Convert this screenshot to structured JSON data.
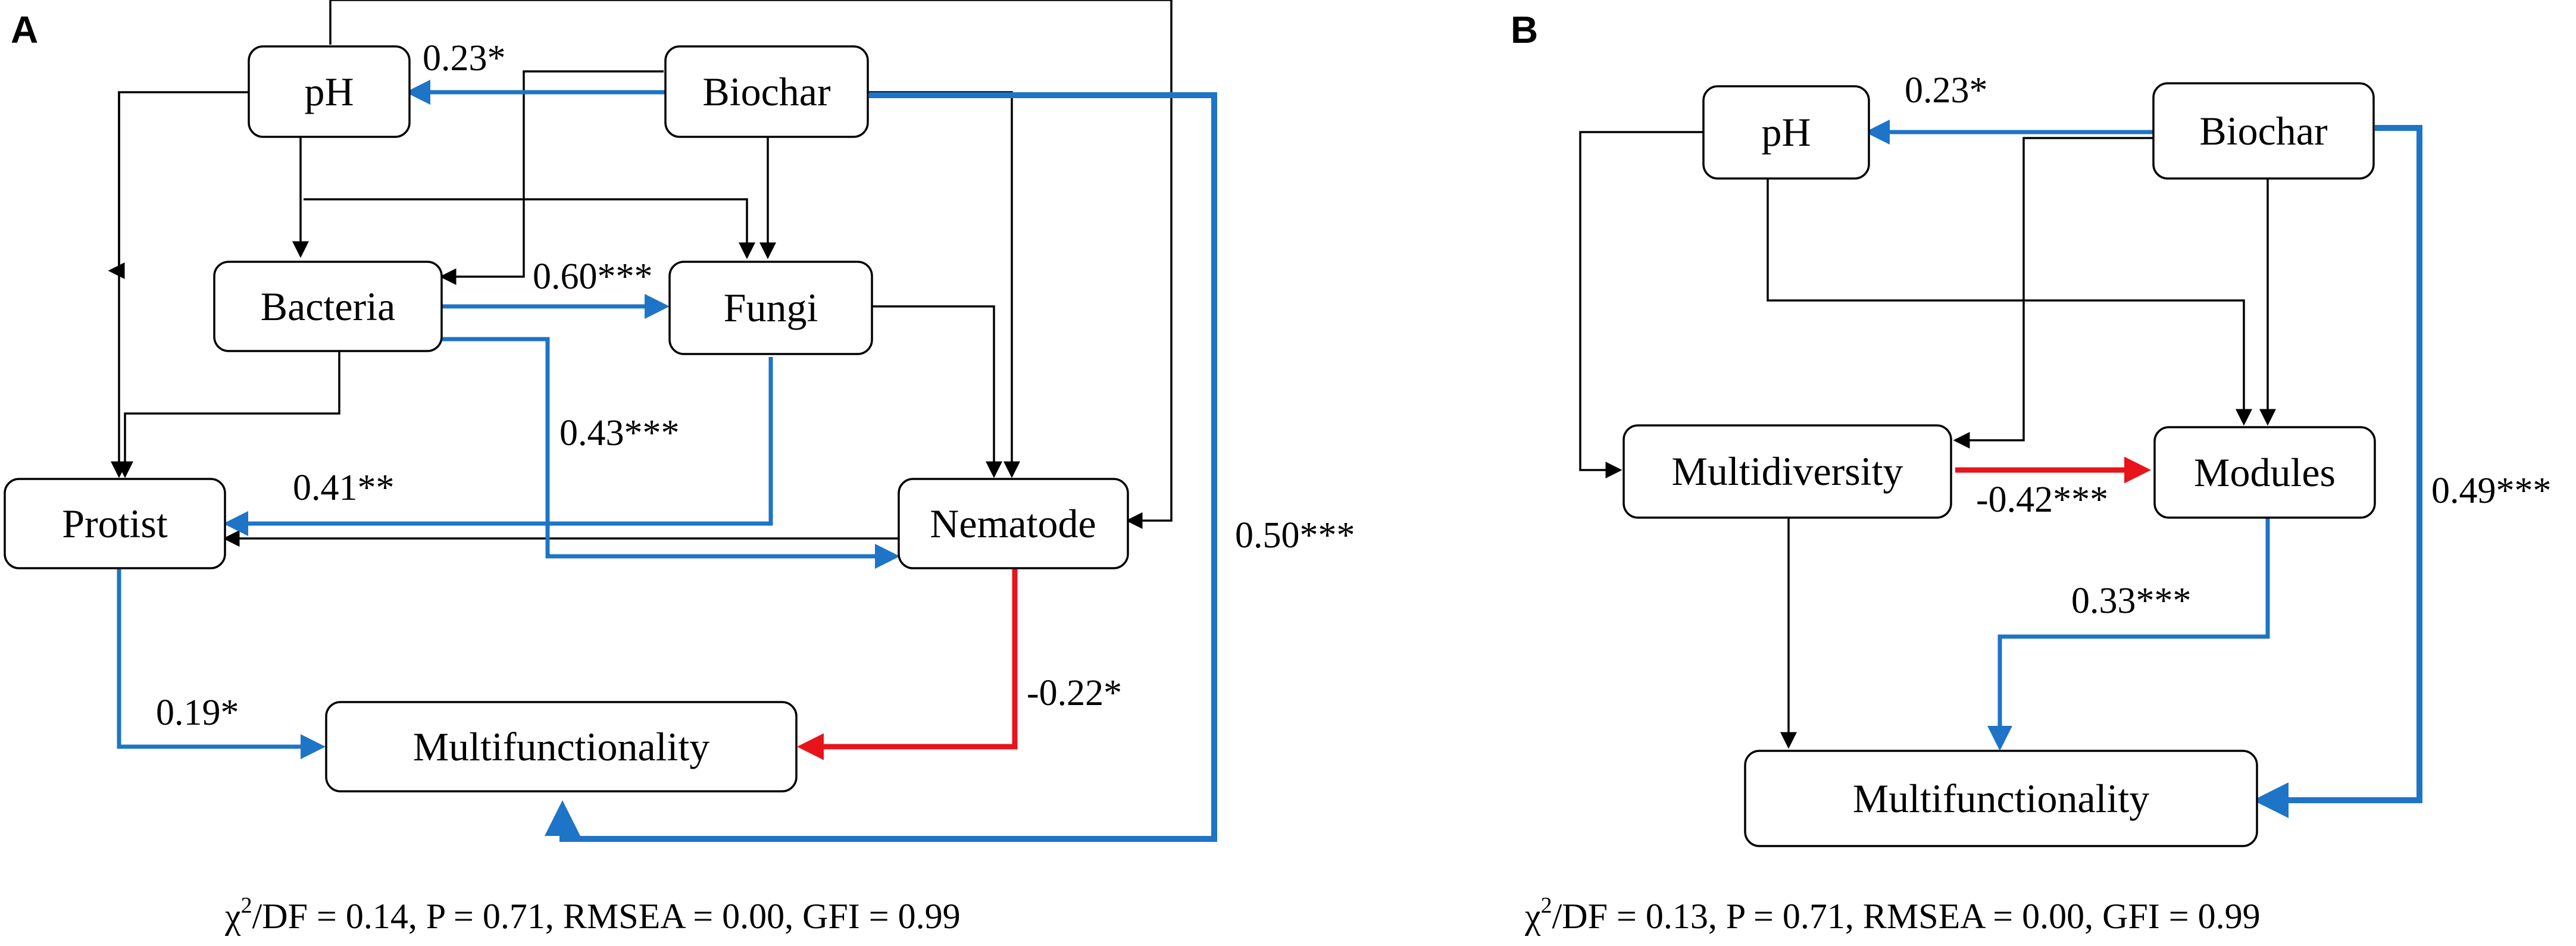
{
  "panel_a": {
    "letter": "A",
    "nodes": {
      "ph": "pH",
      "biochar": "Biochar",
      "bacteria": "Bacteria",
      "fungi": "Fungi",
      "protist": "Protist",
      "nematode": "Nematode",
      "multifunctionality": "Multifunctionality"
    },
    "coefficients": {
      "biochar_ph": "0.23*",
      "bacteria_fungi": "0.60***",
      "bacteria_nematode": "0.43***",
      "fungi_protist": "0.41**",
      "protist_multi": "0.19*",
      "nematode_multi": "-0.22*",
      "biochar_multi": "0.50***"
    },
    "fit_prefix": "χ",
    "fit_sup": "2",
    "fit_rest": "/DF = 0.14, P = 0.71, RMSEA = 0.00, GFI = 0.99"
  },
  "panel_b": {
    "letter": "B",
    "nodes": {
      "ph": "pH",
      "biochar": "Biochar",
      "multidiversity": "Multidiversity",
      "modules": "Modules",
      "multifunctionality": "Multifunctionality"
    },
    "coefficients": {
      "biochar_ph": "0.23*",
      "multidiversity_modules": "-0.42***",
      "modules_multi": "0.33***",
      "biochar_multi": "0.49***"
    },
    "fit_prefix": "χ",
    "fit_sup": "2",
    "fit_rest": "/DF = 0.13, P = 0.71, RMSEA = 0.00, GFI = 0.99"
  },
  "colors": {
    "positive": "#1e74c6",
    "negative": "#e8141c",
    "non_significant": "#000000"
  }
}
